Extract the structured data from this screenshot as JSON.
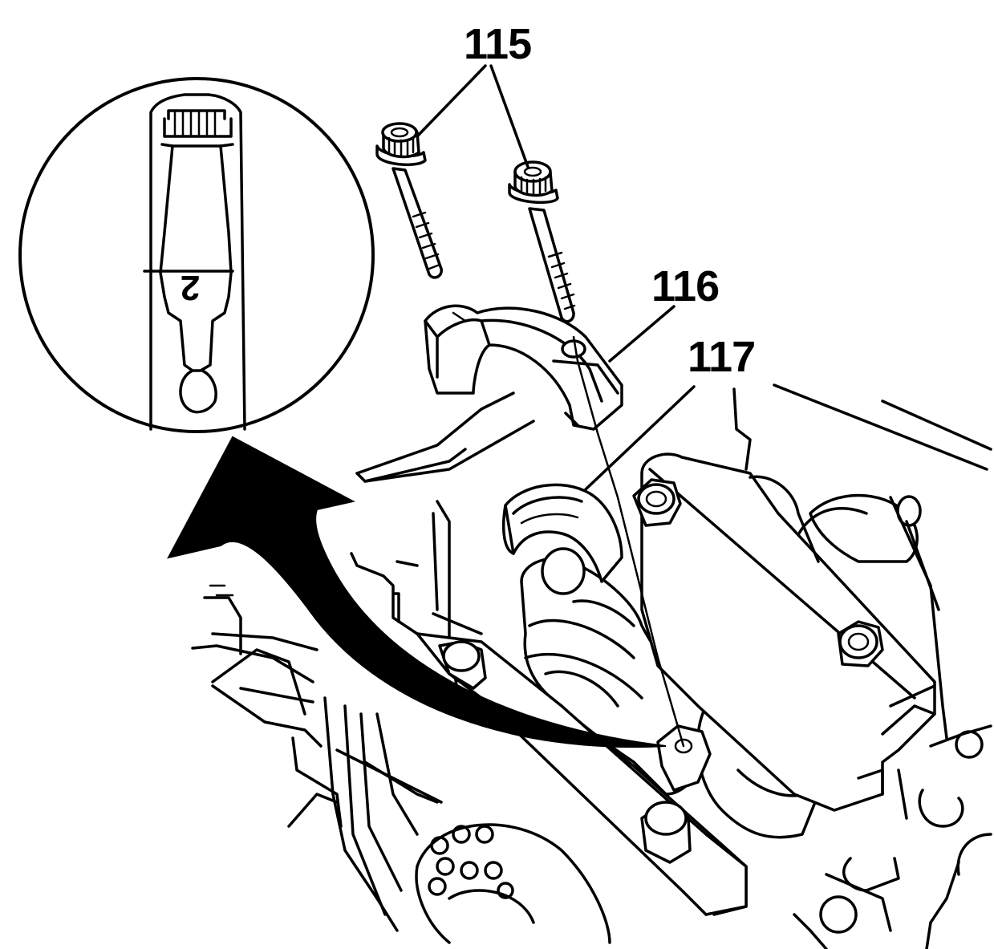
{
  "callouts": {
    "bolts": "115",
    "cap": "116",
    "bearing": "117"
  },
  "detail": {
    "mark": "2"
  },
  "icons": [
    "bolt-icon",
    "bearing-cap-icon",
    "bearing-insert-icon",
    "transfer-arrow-icon",
    "magnified-detail-icon"
  ],
  "colors": {
    "line": "#000000",
    "background": "#ffffff"
  }
}
